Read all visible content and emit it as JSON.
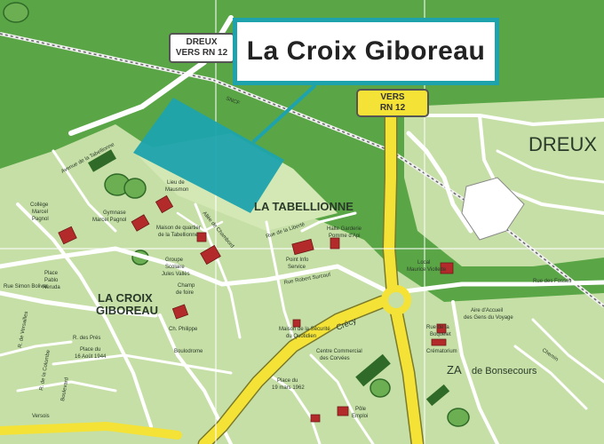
{
  "callout": {
    "title": "La Croix Giboreau"
  },
  "signs": {
    "dreux_line1": "DREUX",
    "dreux_line2": "VERS RN 12",
    "rn12_line1": "VERS",
    "rn12_line2": "RN 12"
  },
  "labels": {
    "dreux": "DREUX",
    "tabellionne": "LA TABELLIONNE",
    "croix_giboreau_1": "LA CROIX",
    "croix_giboreau_2": "GIBOREAU",
    "za": "ZA",
    "bonsecours": "de Bonsecours",
    "crecy": "Crécy",
    "lieu_mausmon_1": "Lieu de",
    "lieu_mausmon_2": "Mausmon",
    "gymnase_1": "Gymnase",
    "gymnase_2": "Marcel Pagnol",
    "college_1": "Collège",
    "college_2": "Marcel",
    "college_3": "Pagnol",
    "maison_quartier_1": "Maison de quartier",
    "maison_quartier_2": "de la Tabellionne",
    "groupe_scolaire_1": "Groupe",
    "groupe_scolaire_2": "Scolaire",
    "groupe_scolaire_3": "Jules Vallès",
    "champ_foire_1": "Champ",
    "champ_foire_2": "de foire",
    "halte_garderie_1": "Halte Garderie",
    "halte_garderie_2": "Pomme d'Api",
    "point_info_1": "Point Info",
    "point_info_2": "Service",
    "local_1": "Local",
    "local_2": "Maurice Viollette",
    "aire_accueil_1": "Aire d'Accueil",
    "aire_accueil_2": "des Gens du Voyage",
    "rue_boquelet_1": "Rue de la",
    "rue_boquelet_2": "Boquelet",
    "crematorium": "Crématorium",
    "maison_securite_1": "Maison de la Sécurité",
    "maison_securite_2": "du Quotidien",
    "centre_commercial_1": "Centre Commercial",
    "centre_commercial_2": "des Corvées",
    "pole_emploi_1": "Pôle",
    "pole_emploi_2": "Emploi",
    "place_16_aout_1": "Place du",
    "place_16_aout_2": "16 Août 1944",
    "place_19_mars_1": "Place du",
    "place_19_mars_2": "19 mars 1962",
    "place_nerudo_1": "Place",
    "place_nerudo_2": "Pablo",
    "place_nerudo_3": "Neruda",
    "boulodrome": "Boulodrome",
    "rue_bolivar": "Rue Simon Bolivar",
    "r_des_pres": "R. des Prés",
    "rue_robert_surcouf": "Rue Robert Surcouf",
    "rue_des_fossets": "Rue des Fossés",
    "rue_de_la_liberte": "Rue de la Liberté",
    "avenue_tabellionne": "Avenue de la Tabellionne",
    "allee_chambord": "Allée de Chambord",
    "rue_versailles": "R. de Versailles",
    "rue_colombe": "R. de la Colombe",
    "boulevard": "Boulevard",
    "versois": "Versois",
    "ch_philippe": "Ch. Philippe",
    "sncf": "SNCF",
    "cheminot": "Chemin"
  },
  "colors": {
    "green_dark": "#5aa646",
    "green_light": "#c6dfa6",
    "road_white": "#ffffff",
    "road_yellow": "#f4e237",
    "building_red": "#b32a2a",
    "highlight_teal": "#1ea3ad",
    "grid_line": "#ffffff"
  }
}
